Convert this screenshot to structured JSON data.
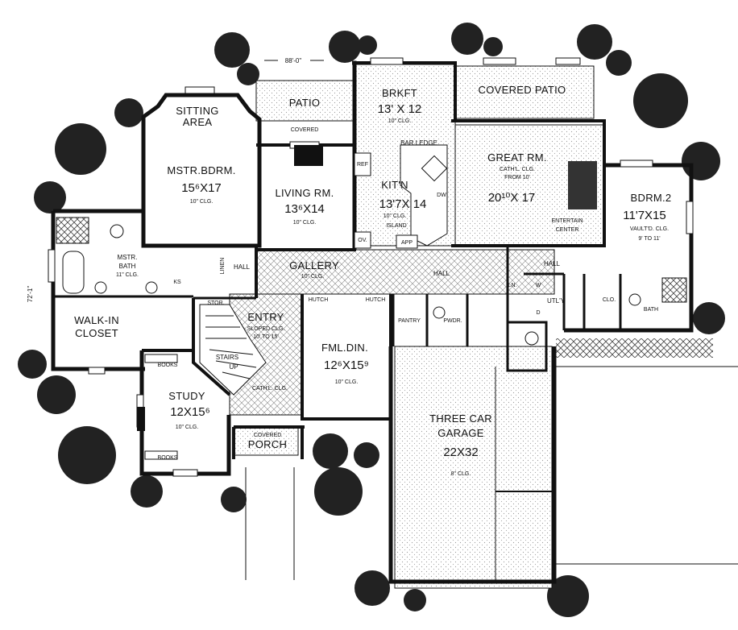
{
  "dims": {
    "width": "88'-0\"",
    "depth": "72'-1\""
  },
  "rooms": {
    "sitting": {
      "name1": "SITTING",
      "name2": "AREA"
    },
    "mstr": {
      "name": "MSTR.BDRM.",
      "size": "15⁶X17",
      "clg": "10\" CLG."
    },
    "patio": {
      "name": "PATIO"
    },
    "covered": {
      "name": "COVERED"
    },
    "living": {
      "name": "LIVING RM.",
      "size": "13⁶X14",
      "clg": "10\" CLG."
    },
    "brkft": {
      "name": "BRKFT",
      "size": "13' X 12",
      "clg": "10\" CLG."
    },
    "kitn": {
      "name": "KIT'N",
      "size": "13'7X 14",
      "clg": "10\" CLG.",
      "island": "ISLAND",
      "barledge": "BAR LEDGE",
      "ref": "REF",
      "dw": "DW",
      "ov": "OV.",
      "app": "APP"
    },
    "covpatio": {
      "name": "COVERED PATIO"
    },
    "great": {
      "name": "GREAT RM.",
      "clg1": "CATH'L. CLG.",
      "clg2": "FROM 10'",
      "size": "20¹⁰X 17",
      "ent1": "ENTERTAIN",
      "ent2": "CENTER"
    },
    "bdrm2": {
      "name": "BDRM.2",
      "size": "11'7X15",
      "clg1": "VAULT'D. CLG.",
      "clg2": "9' TO 11'"
    },
    "mbath": {
      "name": "MSTR.",
      "name2": "BATH",
      "clg": "11\" CLG.",
      "ks": "KS"
    },
    "linen": {
      "name": "LINEN"
    },
    "hall": {
      "name": "HALL"
    },
    "gallery": {
      "name": "GALLERY",
      "clg": "10\" CLG."
    },
    "hall2": {
      "name": "HALL"
    },
    "hall3": {
      "name": "HALL"
    },
    "walkin": {
      "name": "WALK-IN",
      "name2": "CLOSET"
    },
    "stor": {
      "name": "STOR."
    },
    "entry": {
      "name": "ENTRY",
      "clg1": "SLOPED CLG.",
      "clg2": "10' TO 15'"
    },
    "stairs": {
      "name": "STAIRS",
      "up": "UP"
    },
    "cathclg": {
      "name": "CATH'L. CLG."
    },
    "hutch1": {
      "name": "HUTCH"
    },
    "hutch2": {
      "name": "HUTCH"
    },
    "fmldin": {
      "name": "FML.DIN.",
      "size": "12⁶X15⁹",
      "clg": "10\" CLG."
    },
    "pantry": {
      "name": "PANTRY"
    },
    "pwdr": {
      "name": "PWDR."
    },
    "ln": {
      "name": "LN."
    },
    "utl": {
      "name": "UTL'Y",
      "w": "W",
      "d": "D"
    },
    "clo": {
      "name": "CLO."
    },
    "bath": {
      "name": "BATH"
    },
    "books1": {
      "name": "BOOKS"
    },
    "books2": {
      "name": "BOOKS"
    },
    "study": {
      "name": "STUDY",
      "size": "12X15⁶",
      "clg": "10\" CLG."
    },
    "porch": {
      "name1": "COVERED",
      "name2": "PORCH"
    },
    "garage": {
      "name1": "THREE CAR",
      "name2": "GARAGE",
      "size": "22X32",
      "clg": "8\" CLG."
    }
  }
}
